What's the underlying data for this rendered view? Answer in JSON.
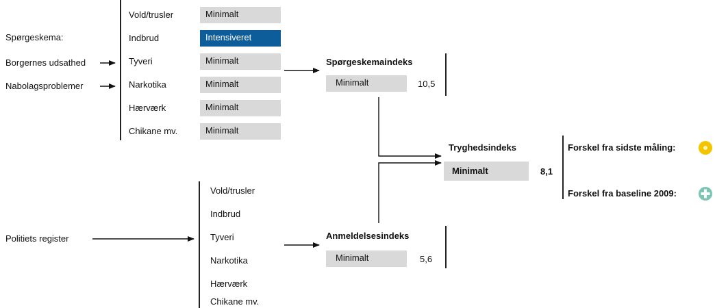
{
  "questionnaire": {
    "heading": "Spørgeskema:",
    "sources": [
      "Borgernes udsathed",
      "Nabolagsproblemer"
    ],
    "rows": [
      {
        "category": "Vold/trusler",
        "level": "Minimalt",
        "highlight": false
      },
      {
        "category": "Indbrud",
        "level": "Intensiveret",
        "highlight": true
      },
      {
        "category": "Tyveri",
        "level": "Minimalt",
        "highlight": false
      },
      {
        "category": "Narkotika",
        "level": "Minimalt",
        "highlight": false
      },
      {
        "category": "Hærværk",
        "level": "Minimalt",
        "highlight": false
      },
      {
        "category": "Chikane mv.",
        "level": "Minimalt",
        "highlight": false
      }
    ]
  },
  "survey_index": {
    "title": "Spørgeskemaindeks",
    "level": "Minimalt",
    "value": "10,5"
  },
  "safety_index": {
    "title": "Tryghedsindeks",
    "level": "Minimalt",
    "value": "8,1"
  },
  "differences": {
    "since_last": {
      "label": "Forskel fra sidste måling:",
      "icon": "yellow-circle-icon",
      "color": "#f5c400"
    },
    "since_baseline": {
      "label": "Forskel fra baseline 2009:",
      "icon": "green-plus-icon",
      "color": "#7cc4b4"
    }
  },
  "police": {
    "source": "Politiets register",
    "categories": [
      "Vold/trusler",
      "Indbrud",
      "Tyveri",
      "Narkotika",
      "Hærværk",
      "Chikane mv."
    ]
  },
  "report_index": {
    "title": "Anmeldelsesindeks",
    "level": "Minimalt",
    "value": "5,6"
  }
}
